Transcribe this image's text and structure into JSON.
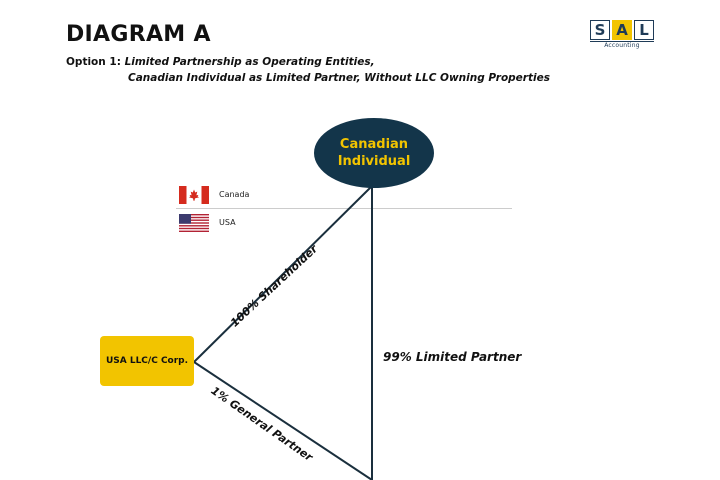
{
  "header": {
    "title": "DIAGRAM A",
    "option_prefix": "Option 1: ",
    "option_line1": "Limited Partnership as Operating Entities,",
    "option_line2": "Canadian Individual as Limited Partner, Without LLC Owning Properties"
  },
  "logo": {
    "letters": [
      "S",
      "A",
      "L"
    ],
    "subtitle": "Accounting",
    "colors": {
      "navy": "#1f3b57",
      "gold": "#f2c400"
    }
  },
  "jurisdictions": [
    {
      "label": "Canada",
      "icon": "canada-flag-icon"
    },
    {
      "label": "USA",
      "icon": "usa-flag-icon"
    }
  ],
  "nodes": {
    "individual": "Canadian Individual",
    "corp": "USA LLC/C Corp."
  },
  "edges": {
    "shareholder": "100% Shareholder",
    "general_partner": "1% General Partner",
    "limited_partner": "99% Limited Partner"
  },
  "colors": {
    "navy_node": "#13354a",
    "gold": "#f2c400",
    "line": "#1a2f3d"
  }
}
